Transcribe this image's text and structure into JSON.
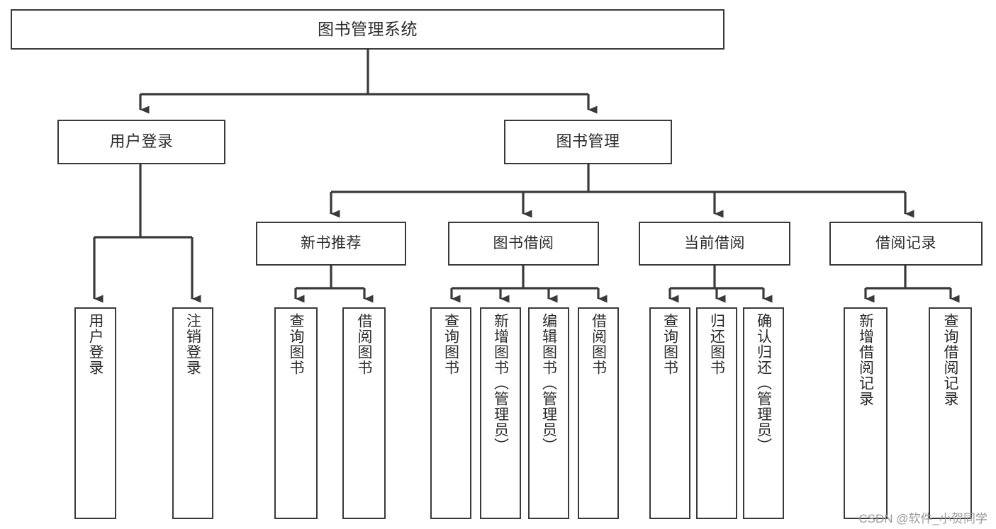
{
  "diagram": {
    "title": "图书管理系统",
    "type": "tree-hierarchy-chart",
    "watermark": "CSDN @软件_小贺同学",
    "colors": {
      "box_border": "#3a3a3a",
      "box_fill": "#ffffff",
      "connector": "#3a3a3a",
      "text": "#2b2b2b",
      "watermark": "#9b9b9b",
      "background": "#ffffff"
    }
  },
  "nodes": {
    "root": {
      "label": "图书管理系统"
    },
    "level2": [
      {
        "label": "用户登录"
      },
      {
        "label": "图书管理"
      }
    ],
    "level3": [
      {
        "label": "新书推荐"
      },
      {
        "label": "图书借阅"
      },
      {
        "label": "当前借阅"
      },
      {
        "label": "借阅记录"
      }
    ],
    "leaves": {
      "user_login": [
        {
          "label": "用户登录"
        },
        {
          "label": "注销登录"
        }
      ],
      "new_book_recommend": [
        {
          "label": "查询图书"
        },
        {
          "label": "借阅图书"
        }
      ],
      "book_borrow": [
        {
          "label": "查询图书"
        },
        {
          "label": "新增图书（管理员）"
        },
        {
          "label": "编辑图书（管理员）"
        },
        {
          "label": "借阅图书"
        }
      ],
      "current_borrow": [
        {
          "label": "查询图书"
        },
        {
          "label": "归还图书"
        },
        {
          "label": "确认归还（管理员）"
        }
      ],
      "borrow_record": [
        {
          "label": "新增借阅记录"
        },
        {
          "label": "查询借阅记录"
        }
      ]
    }
  }
}
